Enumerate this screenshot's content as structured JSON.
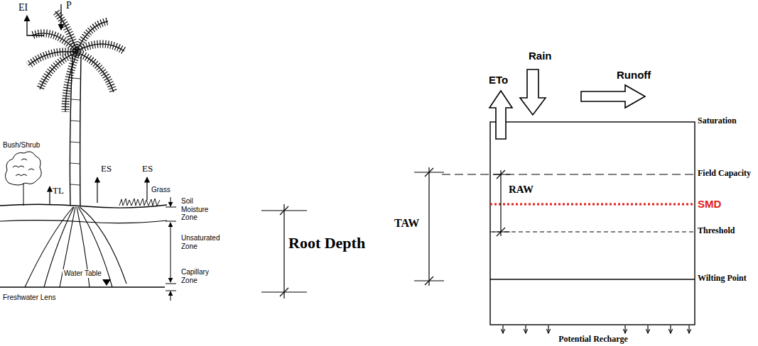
{
  "diagram": {
    "labels": [
      "EI",
      "P",
      "Bush/Shrub",
      "TL",
      "ES",
      "ES",
      "Grass",
      "Soil Moisture Zone",
      "Unsaturated Zone",
      "Water Table",
      "Capillary Zone",
      "Freshwater Lens",
      "Root Depth",
      "ETo",
      "Rain",
      "Runoff",
      "Saturation",
      "TAW",
      "Field Capacity",
      "RAW",
      "SMD",
      "Threshold",
      "Wilting Point",
      "Potential Recharge"
    ]
  }
}
